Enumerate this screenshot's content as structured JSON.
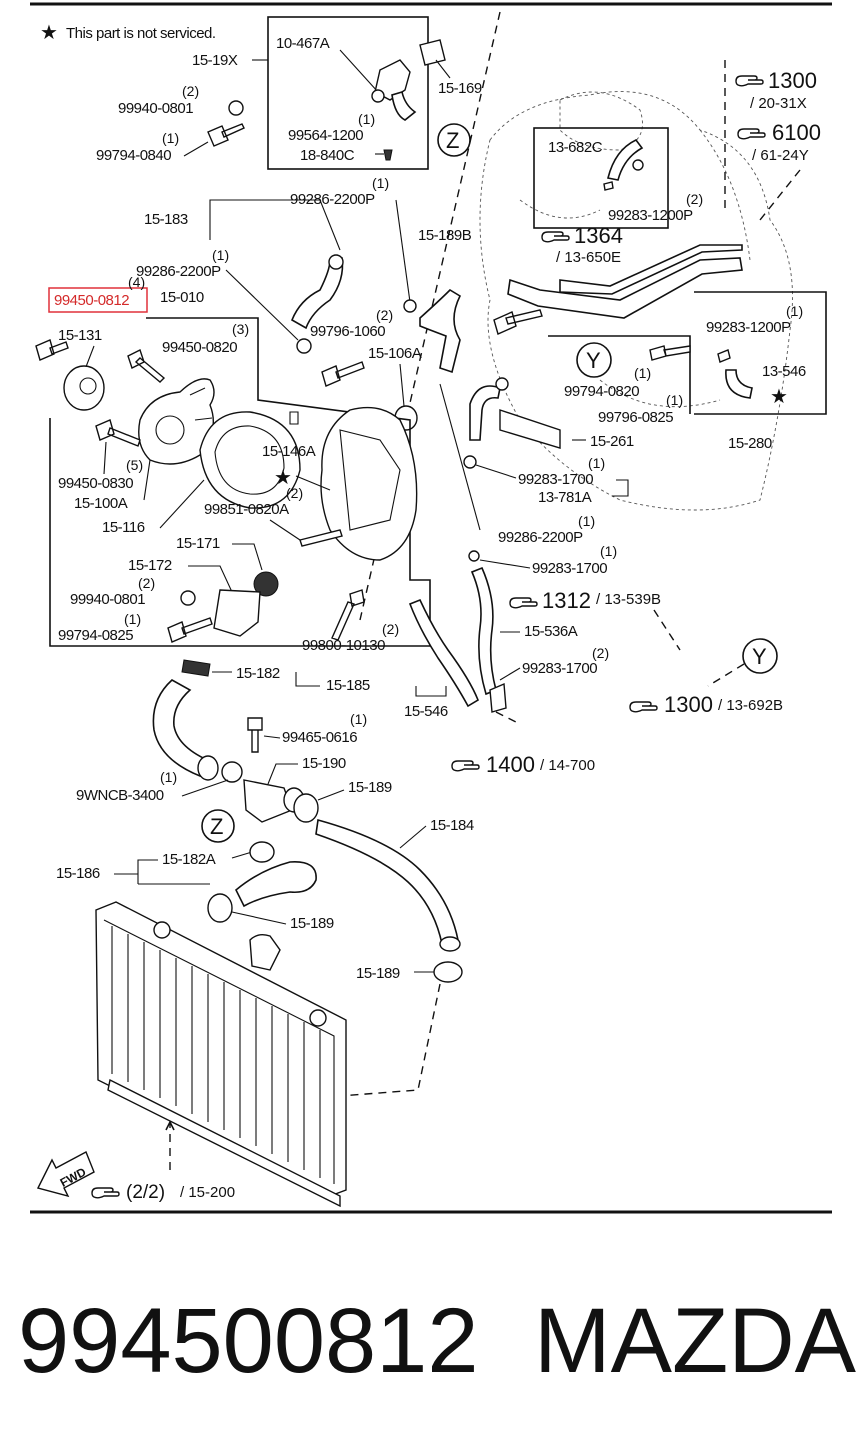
{
  "note": "This part is not serviced.",
  "highlighted_part": "99450-0812",
  "footer": {
    "part_number": "994500812",
    "brand": "MAZDA"
  },
  "labels": {
    "p15_19x": "15-19X",
    "p10_467a": "10-467A",
    "p15_169": "15-169",
    "p99940_0801_top": "99940-0801",
    "p99794_0840": "99794-0840",
    "p99564_1200": "99564-1200",
    "p18_840c": "18-840C",
    "p15_183": "15-183",
    "p99286_2200p_a": "99286-2200P",
    "p99286_2200p_b": "99286-2200P",
    "p99286_2200p_c": "99286-2200P",
    "p15_189b": "15-189B",
    "p99450_0812": "99450-0812",
    "p15_010": "15-010",
    "p15_131": "15-131",
    "p99450_0820": "99450-0820",
    "p99796_1060": "99796-1060",
    "p15_106a": "15-106A",
    "p15_146a": "15-146A",
    "p99450_0830": "99450-0830",
    "p15_100a": "15-100A",
    "p15_116": "15-116",
    "p99851_0820a": "99851-0820A",
    "p15_171": "15-171",
    "p15_172": "15-172",
    "p99940_0801_bot": "99940-0801",
    "p99794_0825": "99794-0825",
    "p99800_10130": "99800-10130",
    "p13_682c": "13-682C",
    "p99283_1200p_a": "99283-1200P",
    "p99283_1200p_b": "99283-1200P",
    "p13_546": "13-546",
    "p15_280": "15-280",
    "p99794_0820": "99794-0820",
    "p99796_0825": "99796-0825",
    "p15_261": "15-261",
    "p99283_1700_a": "99283-1700",
    "p99283_1700_b": "99283-1700",
    "p99283_1700_c": "99283-1700",
    "p13_781a": "13-781A",
    "p15_536a": "15-536A",
    "p15_546": "15-546",
    "p15_182": "15-182",
    "p15_185": "15-185",
    "p99465_0616": "99465-0616",
    "p15_190": "15-190",
    "p9wncb_3400": "9WNCB-3400",
    "p15_189_a": "15-189",
    "p15_189_b": "15-189",
    "p15_189_c": "15-189",
    "p15_184": "15-184",
    "p15_186": "15-186",
    "p15_182a": "15-182A",
    "fwd": "FWD"
  },
  "quantities": {
    "q2": "(2)",
    "q1": "(1)",
    "q3": "(3)",
    "q4": "(4)",
    "q5": "(5)"
  },
  "references": {
    "r1300": {
      "num": "1300",
      "sub": "/ 20-31X"
    },
    "r6100": {
      "num": "6100",
      "sub": "/ 61-24Y"
    },
    "r1364": {
      "num": "1364",
      "sub": "/ 13-650E"
    },
    "r1312": {
      "num": "1312",
      "sub": "/ 13-539B"
    },
    "r1300b": {
      "num": "1300",
      "sub": "/ 13-692B"
    },
    "r1400": {
      "num": "1400",
      "sub": "/ 14-700"
    },
    "r15200": {
      "num": "(2/2)",
      "sub": "/ 15-200"
    }
  },
  "callouts": {
    "z": "Z",
    "y": "Y"
  }
}
